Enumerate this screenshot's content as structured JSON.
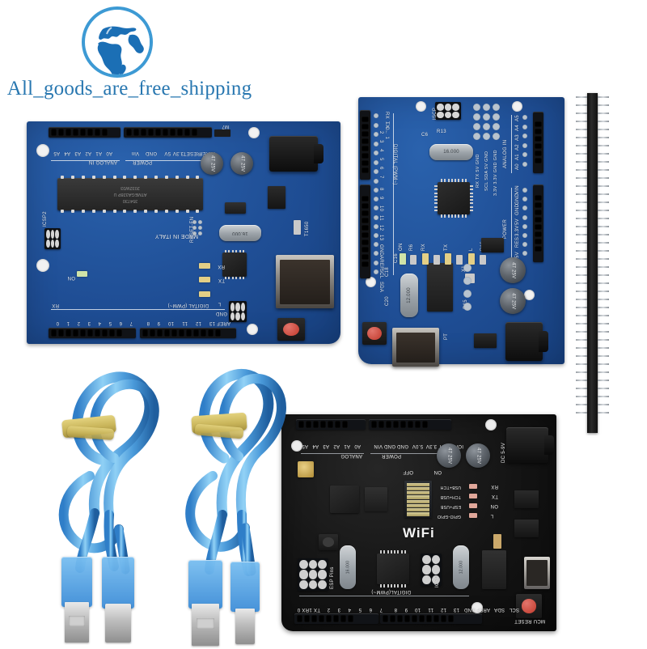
{
  "watermark": {
    "logo_icon": "globe-icon",
    "text": "All_goods_are_free_shipping",
    "text_color": "#2877b0",
    "logo_color": "#1b6fb5",
    "logo_ring_color": "#3d9ad4"
  },
  "scene": {
    "background": "#ffffff",
    "description": "Arduino compatible development board kit product photo"
  },
  "items": [
    {
      "id": "board-uno-dip",
      "name": "Arduino UNO R3 board (blue, ATmega328P DIP)",
      "pcb_color": "#1f4e95",
      "orientation": "rotated-180",
      "chip": {
        "package": "DIP-28",
        "line1": "354730",
        "line2": "ATMEGA328P U",
        "line3": "2032W03"
      },
      "silk": {
        "made_in": "MADE IN ITALY",
        "analog_header": "ANALOG IN",
        "analog_pins": [
          "A0",
          "A1",
          "A2",
          "A3",
          "A4",
          "A5"
        ],
        "power_header": "POWER",
        "power_pins": [
          "Vin",
          "GND",
          "GND",
          "5V",
          "3.3V",
          "RESET",
          "IOREF"
        ],
        "digital_header": "DIGITAL (PWM~)",
        "digital_pins": [
          "0",
          "1",
          "2",
          "3",
          "4",
          "5",
          "6",
          "7",
          "8",
          "9",
          "10",
          "11",
          "12",
          "13"
        ],
        "digital_rx": "RX",
        "digital_tx": "TX",
        "aref": "AREF",
        "gnd": "GND",
        "icsp": "ICSP",
        "icsp2": "ICSP2",
        "reset_en": "RESET-EN",
        "leds": [
          "ON",
          "RX",
          "TX",
          "L"
        ],
        "refs": [
          "M7",
          "T1650",
          "JP2"
        ]
      },
      "crystal": "16.000",
      "capacitors": [
        "47 25V",
        "47 25V"
      ],
      "connectors": [
        "dc-barrel-jack",
        "usb-type-b",
        "reset-button"
      ]
    },
    {
      "id": "board-uno-smd",
      "name": "Arduino UNO R3 SMD board (blue, CH340 USB)",
      "pcb_color": "#1f4e95",
      "silk": {
        "analog_header": "ANALOG IN",
        "analog_pins": [
          "A0",
          "A1",
          "A2",
          "A3",
          "A4",
          "A5"
        ],
        "power_header": "POWER",
        "power_pins": [
          "VIN",
          "GND",
          "GND",
          "5V",
          "3.3V",
          "RES",
          "5V"
        ],
        "digital_header": "DIGITAL (PWM~)",
        "digital_pins": [
          "0",
          "1",
          "2",
          "3",
          "4",
          "5",
          "6",
          "7",
          "8",
          "9",
          "10",
          "11",
          "12",
          "13"
        ],
        "digital_rx": "RX → 0",
        "digital_tx": "TX ← 1",
        "gnd": "GND",
        "aref": "AREF",
        "i2c": [
          "SCL",
          "SDA"
        ],
        "icsp": "ISCP",
        "breakout_cols": [
          "RX  TX  5V  GND",
          "SCL SDA 5V GND",
          "3.3V 3.3V GND GND"
        ],
        "refs": [
          "C6",
          "R13",
          "R17",
          "R6",
          "R8",
          "R2",
          "R8",
          "C8",
          "R16",
          "X1",
          "C1",
          "C2",
          "C11",
          "C13",
          "C14",
          "C15",
          "C16",
          "C18",
          "C20",
          "C21",
          "R14",
          "R15",
          "T1",
          "U5",
          "PT",
          "G"
        ],
        "leds": [
          "ON",
          "RX",
          "TX",
          "L"
        ]
      },
      "crystals": [
        "16.000",
        "12.000"
      ],
      "capacitors": [
        "47 25V",
        "47 25V"
      ],
      "connectors": [
        "dc-barrel-jack",
        "usb-type-b",
        "reset-button"
      ]
    },
    {
      "id": "board-uno-wifi",
      "name": "UNO + WiFi R3 board (black, ATmega328P + ESP8266)",
      "pcb_color": "#141414",
      "silk": {
        "brand": "WiFi",
        "analog_header": "ANALOG",
        "analog_pins": [
          "A0",
          "A1",
          "A2",
          "A3",
          "A4",
          "A5"
        ],
        "power_header": "POWER",
        "power_pins": [
          "VIN",
          "GND",
          "GND",
          "5.0V",
          "3.3V",
          "RST",
          "IOREF"
        ],
        "digital_header": "DIGITAL(PWM~)",
        "digital_pins": [
          "0",
          "1",
          "2",
          "3",
          "4",
          "5",
          "6",
          "7",
          "8",
          "9",
          "10",
          "11",
          "12",
          "13"
        ],
        "digital_rx": "RX 0",
        "digital_tx": "TX 1",
        "gnd": "GND",
        "aref": "AREF",
        "i2c": [
          "SDA",
          "SCL"
        ],
        "icsp": "ICSP",
        "esp_pins": "ESP Pins",
        "reset_button": "MCU RESET",
        "dc_label": "DC 5-9V",
        "switch_off": "OFF",
        "switch_on": "ON",
        "dip_labels": [
          "USB+TCH",
          "TCH+USB",
          "ESP+USB",
          "GPIO-GPIO"
        ],
        "leds": [
          "RX",
          "TX",
          "ON",
          "L"
        ]
      },
      "capacitors": [
        "47 25V",
        "47 25V"
      ],
      "connectors": [
        "dc-barrel-jack",
        "micro-usb",
        "reset-button",
        "ufl-antenna",
        "dip-switch-8"
      ]
    },
    {
      "id": "pin-header-strip",
      "name": "40-pin male header strip, 2.54mm pitch",
      "pins": 40,
      "body_color": "#1a1a1a",
      "pin_color": "#c0c6cb"
    },
    {
      "id": "usb-cable-b",
      "name": "USB 2.0 A to B cable (blue, coiled)",
      "color": "#3f8fd8",
      "tie_color": "#c9b55a",
      "connector_a": "USB-A",
      "connector_b": "USB-B"
    },
    {
      "id": "usb-cable-micro",
      "name": "USB 2.0 A to micro-B cable (blue, coiled)",
      "color": "#3f8fd8",
      "tie_color": "#c9b55a",
      "connector_a": "USB-A",
      "connector_b": "micro-USB"
    }
  ]
}
